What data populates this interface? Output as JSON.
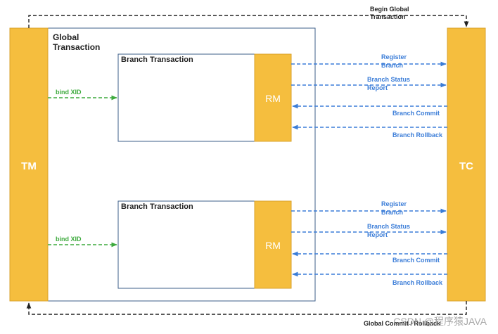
{
  "colors": {
    "yellow": "#F5BE3E",
    "yellow_border": "#D9A22B",
    "box_border": "#3E5F8A",
    "blue_arrow": "#3B7DD8",
    "blue_label": "#3B7DD8",
    "green_arrow": "#3DAA3D",
    "black": "#222222",
    "watermark": "#9A9A9A"
  },
  "tm": {
    "label": "TM"
  },
  "tc": {
    "label": "TC"
  },
  "global_transaction": {
    "title_line1": "Global",
    "title_line2": "Transaction"
  },
  "top_flow": {
    "line1": "Begin Global",
    "line2": "Transaction"
  },
  "bottom_flow": {
    "label": "Global Commit / Rollback"
  },
  "branches": [
    {
      "title": "Branch Transaction",
      "rm_label": "RM",
      "bind_label": "bind XID",
      "register_line1": "Register",
      "register_line2": "Branch",
      "status_line1": "Branch Status",
      "status_line2": "Report",
      "commit_label": "Branch Commit",
      "rollback_label": "Branch Rollback"
    },
    {
      "title": "Branch Transaction",
      "rm_label": "RM",
      "bind_label": "bind XID",
      "register_line1": "Register",
      "register_line2": "Branch",
      "status_line1": "Branch Status",
      "status_line2": "Report",
      "commit_label": "Branch Commit",
      "rollback_label": "Branch Rollback"
    }
  ],
  "watermark": "CSDN @程序猿JAVA"
}
